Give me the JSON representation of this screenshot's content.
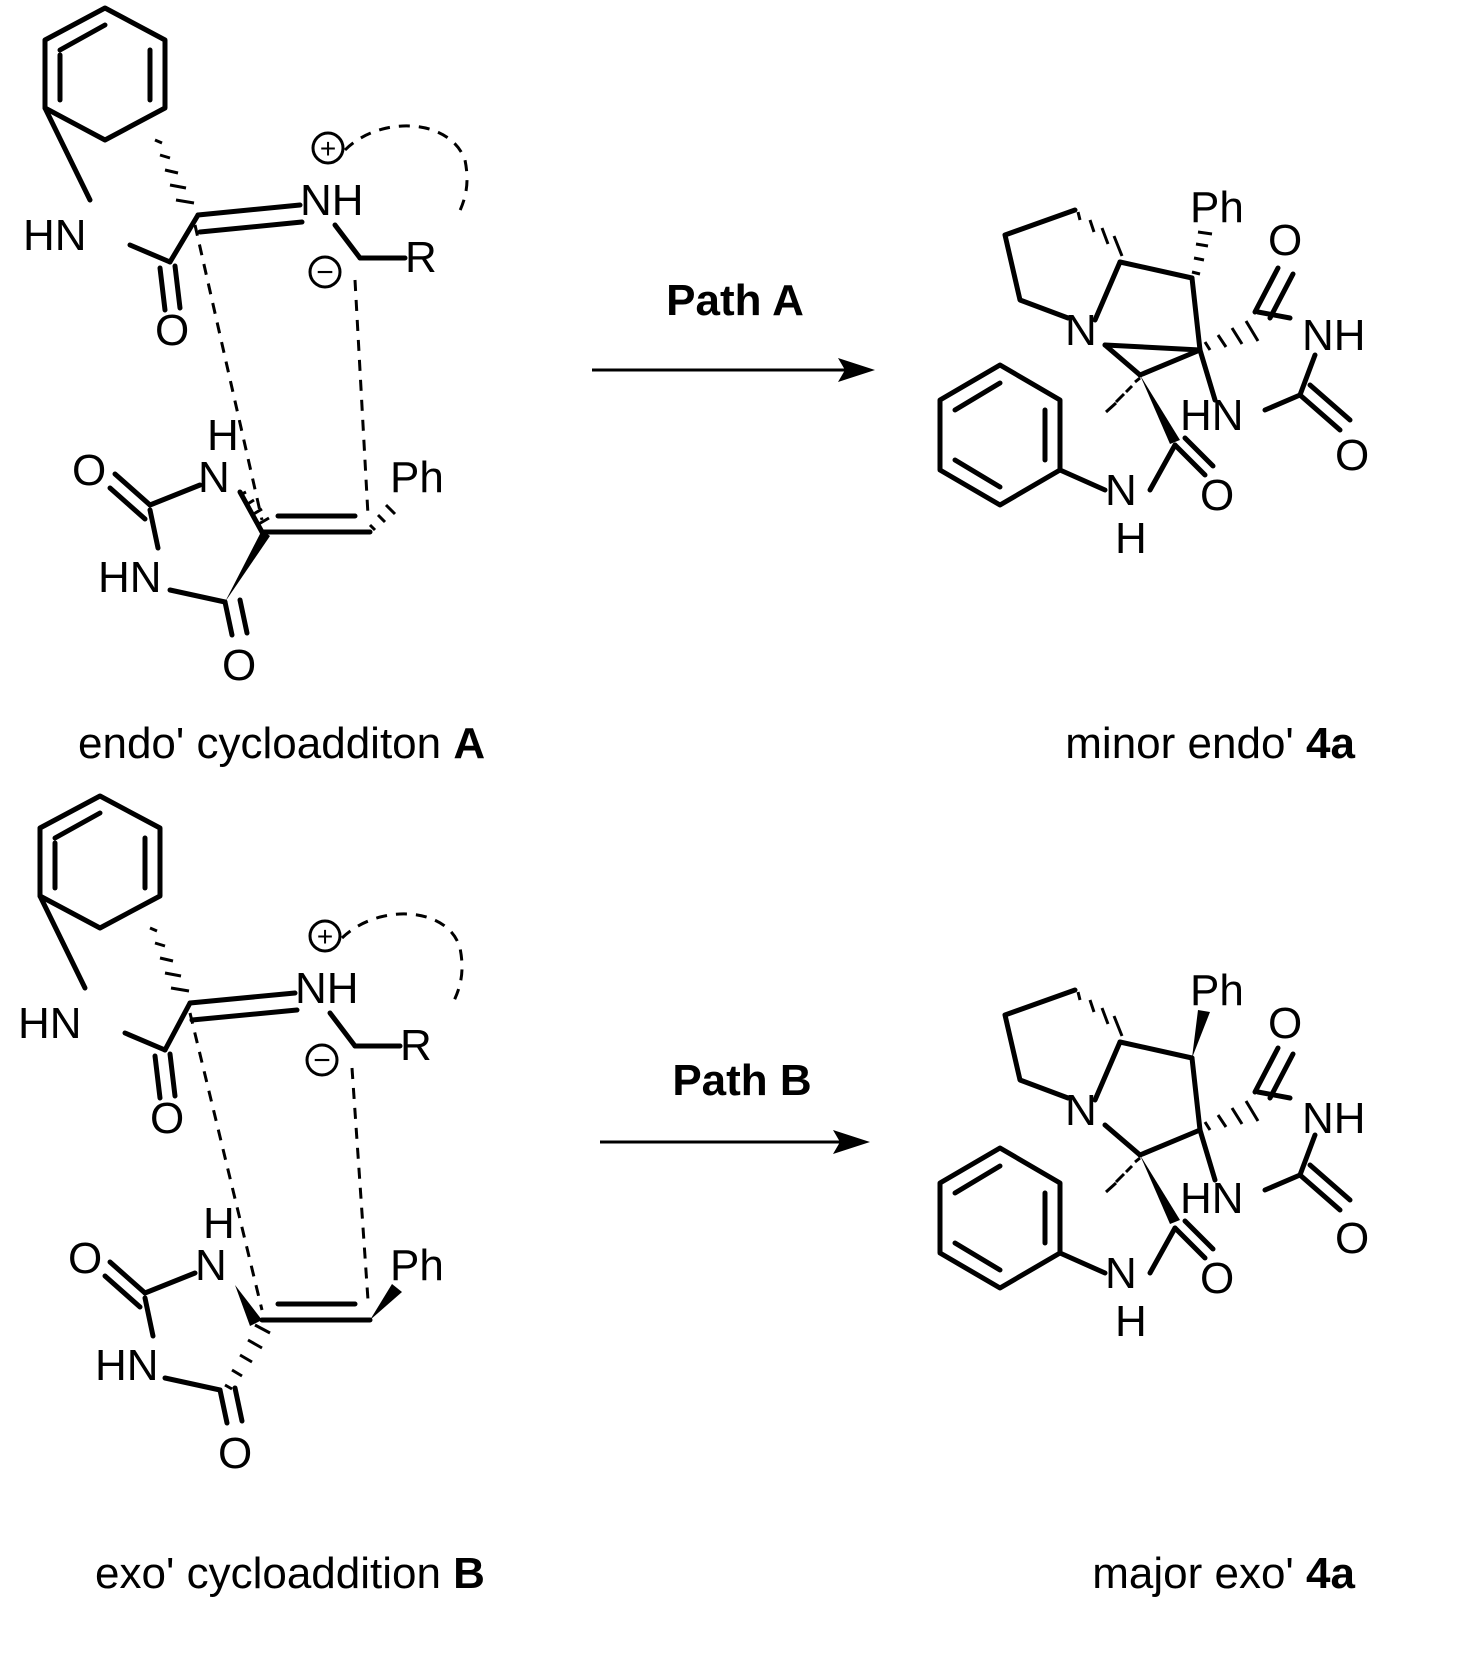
{
  "atoms": {
    "HN": "HN",
    "NH": "NH",
    "N": "N",
    "O": "O",
    "H": "H",
    "R": "R",
    "Ph": "Ph",
    "plus": "+",
    "minus": "−"
  },
  "reactions": [
    {
      "transition_state": {
        "caption_text": "endo' cycloadditon ",
        "caption_bold": "A"
      },
      "path_label": "Path A",
      "product": {
        "caption_text": "minor endo' ",
        "caption_bold": "4a"
      }
    },
    {
      "transition_state": {
        "caption_text": "exo' cycloaddition ",
        "caption_bold": "B"
      },
      "path_label": "Path B",
      "product": {
        "caption_text": "major exo' ",
        "caption_bold": "4a"
      }
    }
  ]
}
